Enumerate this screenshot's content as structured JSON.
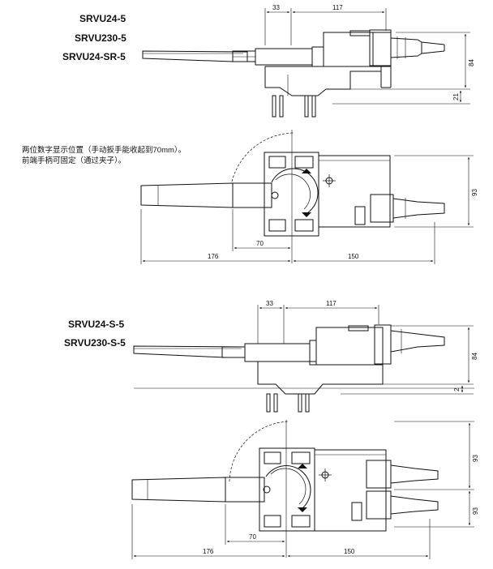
{
  "models_top": [
    "SRVU24-5",
    "SRVU230-5",
    "SRVU24-SR-5"
  ],
  "models_bottom": [
    "SRVU24-S-5",
    "SRVU230-S-5"
  ],
  "note_lines": [
    "两位数字显示位置（手动扳手能收起到70mm）。",
    "前端手柄可固定（通过夹子）。"
  ],
  "dims": {
    "d33": "33",
    "d117": "117",
    "d84": "84",
    "d21": "21",
    "d93": "93",
    "d176": "176",
    "d70": "70",
    "d150": "150",
    "d2": "2"
  }
}
